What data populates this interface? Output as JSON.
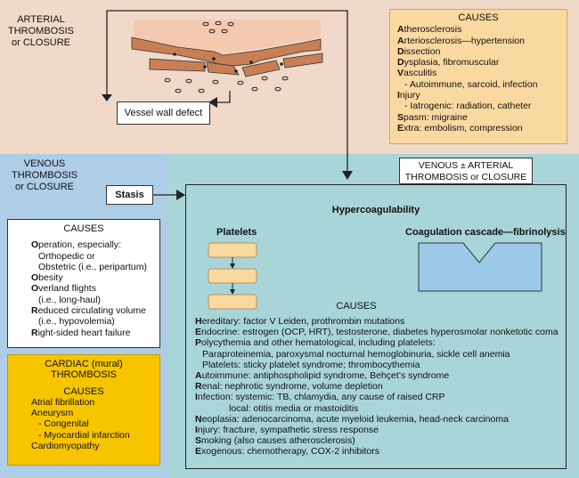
{
  "arterial": {
    "title_line1": "ARTERIAL",
    "title_line2": "THROMBOSIS",
    "title_line3": "or CLOSURE",
    "vessel_label": "Vessel wall defect",
    "causes_title": "CAUSES",
    "causes": [
      {
        "first": "A",
        "rest": "therosclerosis",
        "indent": false
      },
      {
        "first": "A",
        "rest": "rteriosclerosis—hypertension",
        "indent": false
      },
      {
        "first": "D",
        "rest": "issection",
        "indent": false
      },
      {
        "first": "D",
        "rest": "ysplasia, fibromuscular",
        "indent": false
      },
      {
        "first": "V",
        "rest": "asculitis",
        "indent": false
      },
      {
        "first": "",
        "rest": "- Autoimmune, sarcoid, infection",
        "indent": true
      },
      {
        "first": "I",
        "rest": "njury",
        "indent": false
      },
      {
        "first": "",
        "rest": "- Iatrogenic: radiation, catheter",
        "indent": true
      },
      {
        "first": "S",
        "rest": "pasm: migraine",
        "indent": false
      },
      {
        "first": "E",
        "rest": "xtra: embolism, compression",
        "indent": false
      }
    ]
  },
  "venous": {
    "title_line1": "VENOUS",
    "title_line2": "THROMBOSIS",
    "title_line3": "or CLOSURE",
    "stasis_label": "Stasis",
    "causes_title": "CAUSES",
    "causes": [
      {
        "first": "O",
        "rest": "peration, especially:",
        "indent": false
      },
      {
        "first": "",
        "rest": "Orthopedic or",
        "indent": true
      },
      {
        "first": "",
        "rest": "Obstetric (i.e., peripartum)",
        "indent": true
      },
      {
        "first": "O",
        "rest": "besity",
        "indent": false
      },
      {
        "first": "O",
        "rest": "verland flights",
        "indent": false
      },
      {
        "first": "",
        "rest": "(i.e., long-haul)",
        "indent": true
      },
      {
        "first": "R",
        "rest": "educed circulating volume",
        "indent": false
      },
      {
        "first": "",
        "rest": "(i.e., hypovolemia)",
        "indent": true
      },
      {
        "first": "R",
        "rest": "ight-sided heart failure",
        "indent": false
      }
    ]
  },
  "cardiac": {
    "title_line1": "CARDIAC (mural)",
    "title_line2": "THROMBOSIS",
    "causes_title": "CAUSES",
    "causes": [
      {
        "text": "Atrial fibrillation",
        "indent": false
      },
      {
        "text": "Aneurysm",
        "indent": false
      },
      {
        "text": "- Congenital",
        "indent": true
      },
      {
        "text": "- Myocardial infarction",
        "indent": true
      },
      {
        "text": "Cardiomyopathy",
        "indent": false
      }
    ]
  },
  "combined": {
    "title_line1": "VENOUS ± ARTERIAL",
    "title_line2": "THROMBOSIS or CLOSURE",
    "hyper_title": "Hypercoagulability",
    "platelets_label": "Platelets",
    "cascade_label": "Coagulation cascade—fibrinolysis",
    "causes_title": "CAUSES",
    "causes": [
      {
        "first": "H",
        "rest": "ereditary: factor V Leiden, prothrombin mutations",
        "indent": 0
      },
      {
        "first": "E",
        "rest": "ndocrine: estrogen (OCP, HRT), testosterone, diabetes hyperosmolar nonketotic coma",
        "indent": 0
      },
      {
        "first": "P",
        "rest": "olycythemia and other hematological, including platelets:",
        "indent": 0
      },
      {
        "first": "",
        "rest": "Paraproteinemia, paroxysmal nocturnal hemoglobinuria, sickle cell anemia",
        "indent": 1
      },
      {
        "first": "",
        "rest": "Platelets: sticky platelet syndrome; thrombocythemia",
        "indent": 1
      },
      {
        "first": "A",
        "rest": "utoimmune: antiphospholipid syndrome, Behçet’s syndrome",
        "indent": 0
      },
      {
        "first": "R",
        "rest": "enal: nephrotic syndrome, volume depletion",
        "indent": 0
      },
      {
        "first": "I",
        "rest": "nfection: systemic: TB, chlamydia, any cause of raised CRP",
        "indent": 0
      },
      {
        "first": "",
        "rest": "local: otitis media or mastoiditis",
        "indent": 2
      },
      {
        "first": "N",
        "rest": "eoplasia: adenocarcinoma, acute myeloid leukemia, head-neck carcinoma",
        "indent": 0
      },
      {
        "first": "I",
        "rest": "njury: fracture, sympathetic stress response",
        "indent": 0
      },
      {
        "first": "S",
        "rest": "moking (also causes atherosclerosis)",
        "indent": 0
      },
      {
        "first": "E",
        "rest": "xogenous: chemotherapy, COX-2 inhibitors",
        "indent": 0
      }
    ]
  },
  "colors": {
    "arterial_bg": "#f0d9c8",
    "venous_bg": "#aecde6",
    "combined_bg": "#a8d5d8",
    "causes_fill": "#fad9a1",
    "cardiac_fill": "#f7c400",
    "vessel_fill": "#c87f55",
    "platelet_fill": "#fad9a1",
    "cascade_fill": "#9dc9e8"
  }
}
